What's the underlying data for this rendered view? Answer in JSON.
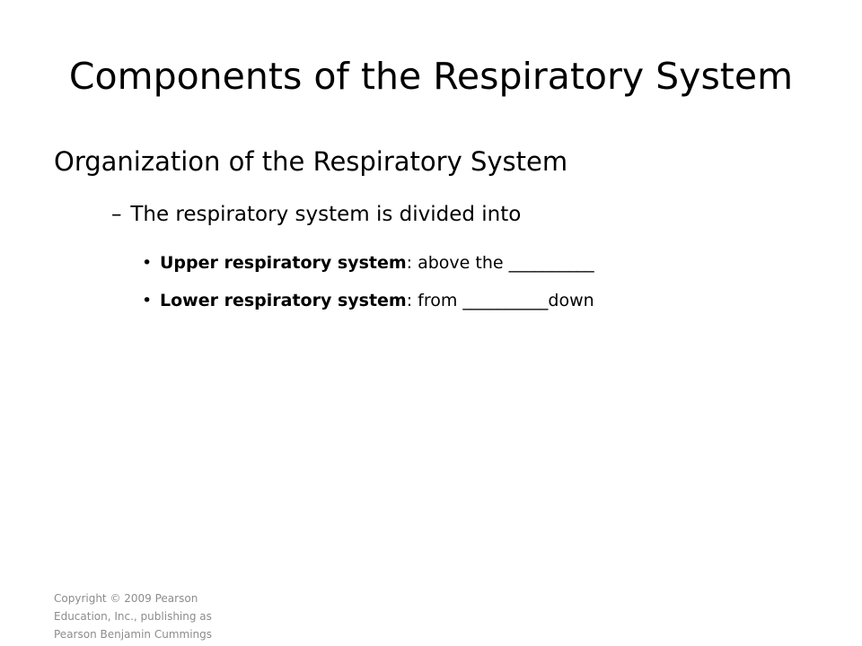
{
  "slide": {
    "title": "Components of the Respiratory System",
    "heading": "Organization of the Respiratory System",
    "sub_point": {
      "marker": "–",
      "text": "The respiratory system is divided into"
    },
    "bullets": [
      {
        "marker": "•",
        "term": "Upper respiratory system",
        "rest": ": above the __________"
      },
      {
        "marker": "•",
        "term": "Lower respiratory system",
        "rest": ": from __________down"
      }
    ],
    "copyright": "Copyright © 2009 Pearson Education, Inc., publishing as Pearson Benjamin Cummings"
  }
}
